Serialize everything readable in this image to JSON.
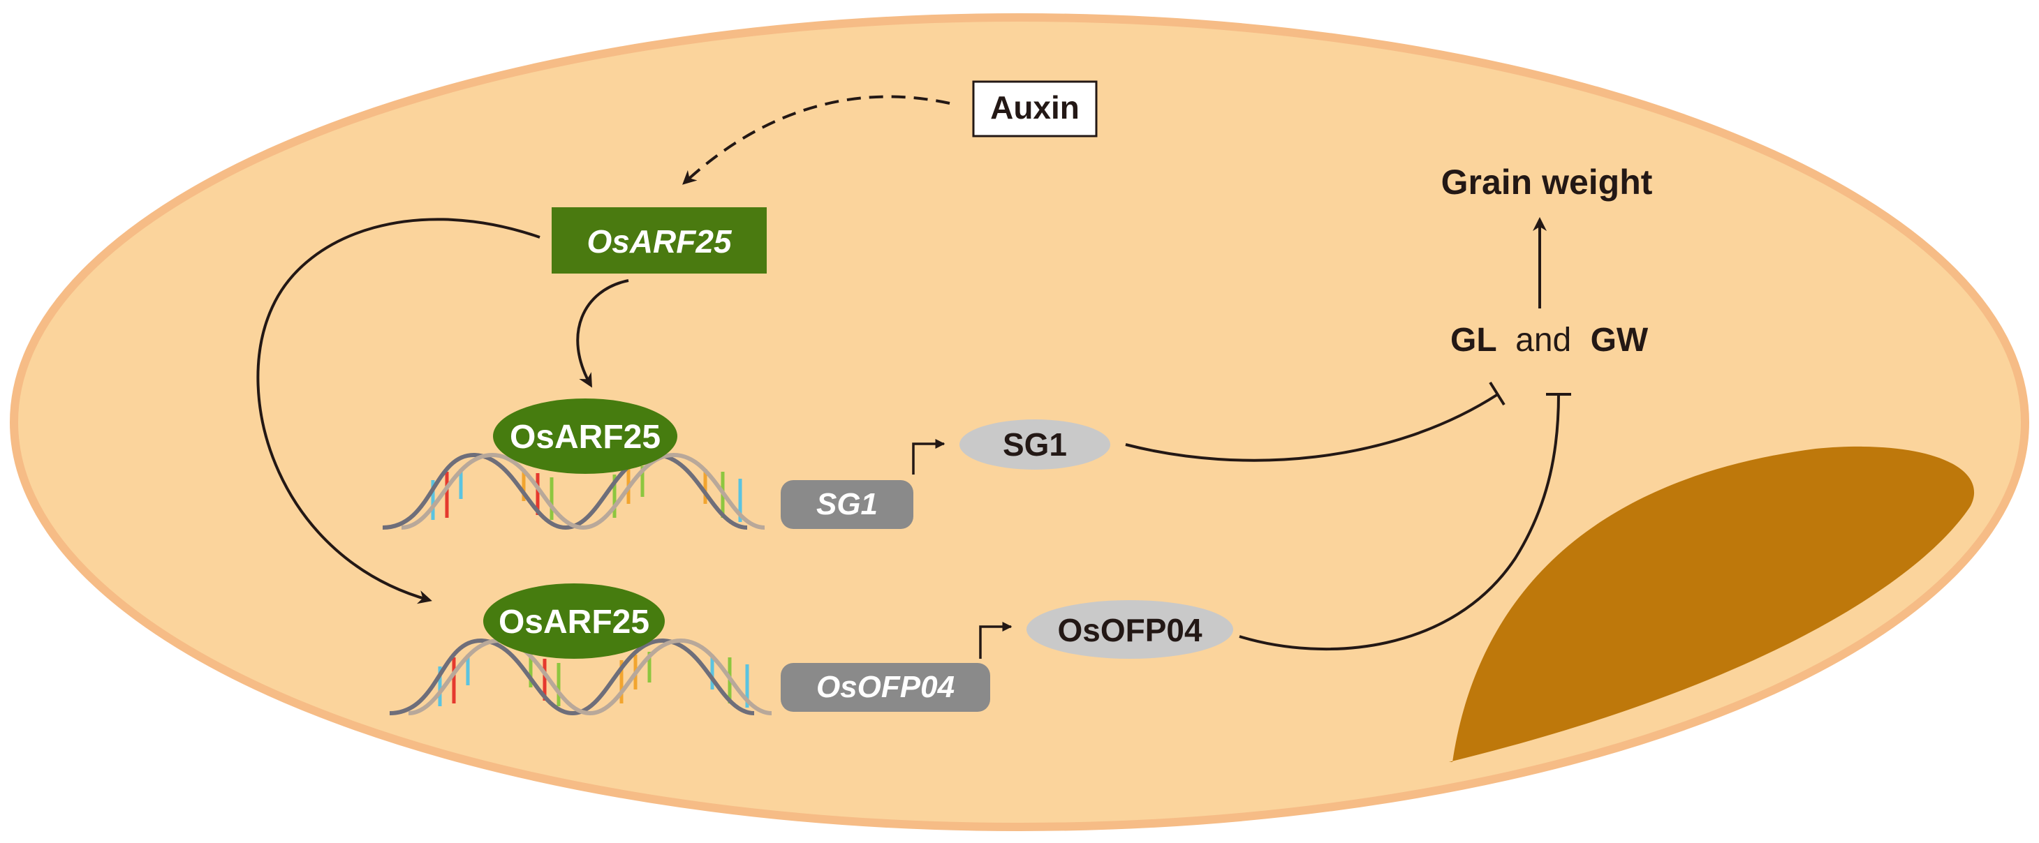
{
  "labels": {
    "auxin": "Auxin",
    "osarf25_gene": "OsARF25",
    "osarf25_protein_top": "OsARF25",
    "osarf25_protein_bottom": "OsARF25",
    "sg1_gene": "SG1",
    "sg1_protein": "SG1",
    "osofp04_gene": "OsOFP04",
    "osofp04_protein": "OsOFP04",
    "gl": "GL",
    "and": "and",
    "gw": "GW",
    "grain_weight": "Grain weight"
  },
  "colors": {
    "cell_fill": "#FBD49C",
    "cell_border": "#F6BC86",
    "embryo": "#BE780B",
    "green_box": "#4A7A10",
    "green_oval": "#467C0F",
    "gray_box": "#8A8A8A",
    "gray_oval": "#C9C9C9",
    "arrow": "#231815"
  }
}
